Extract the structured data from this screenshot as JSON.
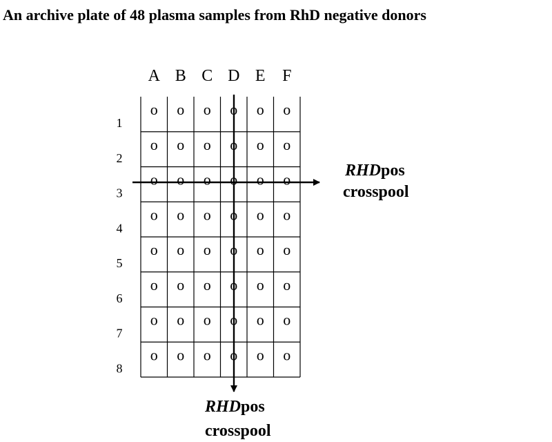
{
  "title": "An archive plate of 48 plasma samples from RhD negative donors",
  "plate": {
    "columns": [
      "A",
      "B",
      "C",
      "D",
      "E",
      "F"
    ],
    "rows": [
      "1",
      "2",
      "3",
      "4",
      "5",
      "6",
      "7",
      "8"
    ],
    "well_mark": "o"
  },
  "row_pool": {
    "highlighted_row": "3",
    "label_gene": "RHD",
    "label_suffix": "pos",
    "label_line2": "crosspool"
  },
  "column_pool": {
    "highlighted_column": "D",
    "label_gene": "RHD",
    "label_suffix": "pos",
    "label_line2": "crosspool"
  }
}
